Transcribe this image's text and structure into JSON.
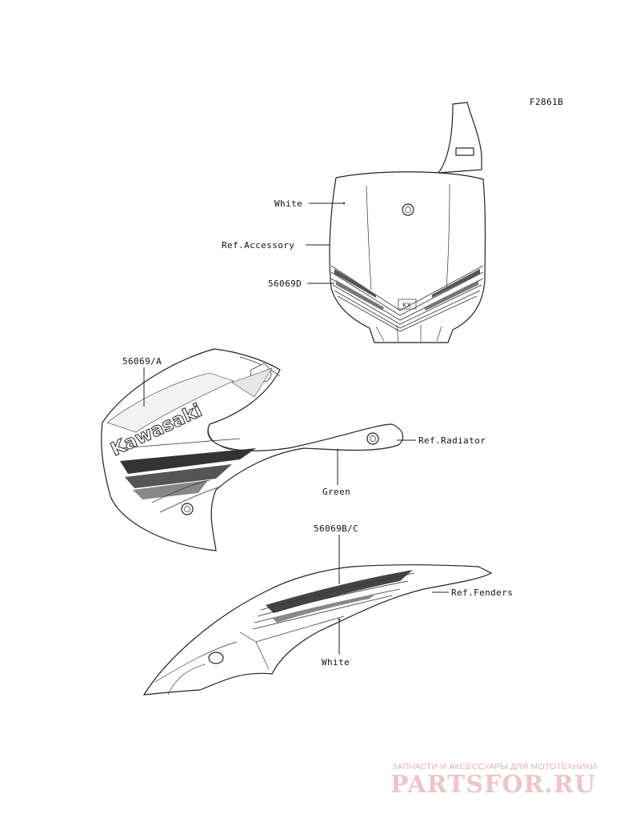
{
  "diagram": {
    "code": "F2861B",
    "labels": {
      "plate_color": "White",
      "ref_accessory": "Ref.Accessory",
      "plate_decal": "56069D",
      "shroud_decal": "56069/A",
      "ref_radiator": "Ref.Radiator",
      "shroud_color": "Green",
      "fender_decal": "56069B/C",
      "ref_fenders": "Ref.Fenders",
      "fender_color": "White"
    },
    "decal_text": {
      "brand": "Kawasaki",
      "plate_mark": "KX"
    }
  },
  "watermark": {
    "tagline": "ЗАПЧАСТИ И АКСЕССУАРЫ ДЛЯ МОТОТЕХНИКИ",
    "logo": "PARTSFOR.RU"
  }
}
